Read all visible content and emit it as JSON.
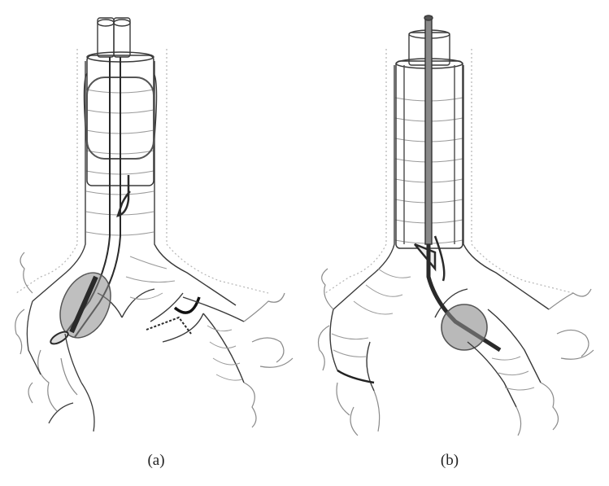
{
  "figure": {
    "panels": [
      {
        "id": "a",
        "label": "(a)"
      },
      {
        "id": "b",
        "label": "(b)"
      }
    ]
  },
  "colors": {
    "line": "#3a3a3a",
    "faint": "#9a9a9a",
    "dotted": "#b5b5b5",
    "balloon": "#6e6e6e",
    "balloon_fill": "#8a8a8a",
    "tube_dark": "#2a2a2a"
  }
}
